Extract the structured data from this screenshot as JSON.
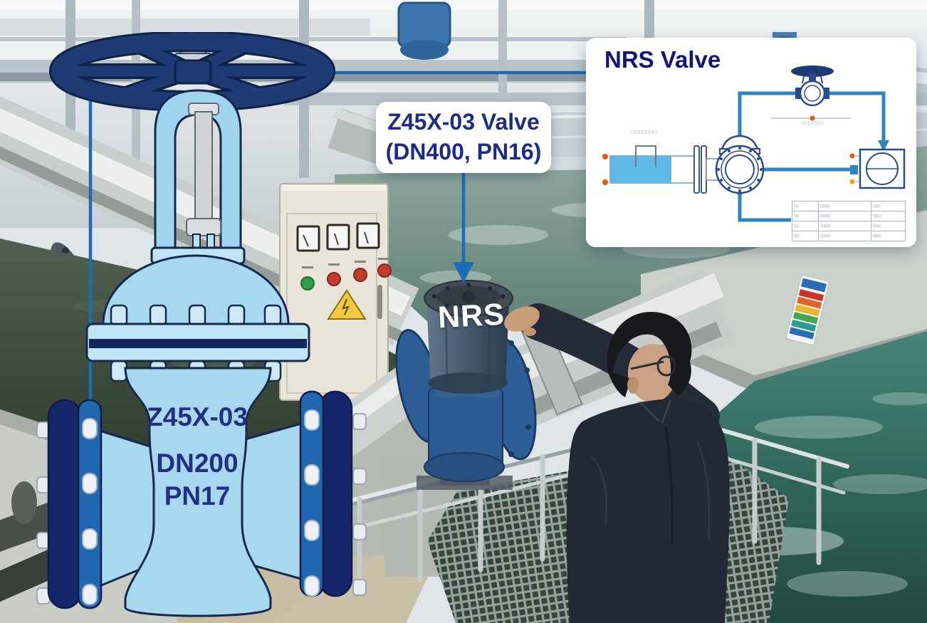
{
  "overlay": {
    "illustration_labels": {
      "model": "Z45X-03",
      "dn": "DN200",
      "pn": "PN17"
    },
    "callout": {
      "line1": "Z45X-03 Valve",
      "line2": "(DN400, PN16)"
    },
    "valve_brand": "NRS"
  },
  "inset": {
    "title": "NRS Valve",
    "annotations": {
      "tank": "□□□□□□□",
      "bypass": "□□□□ □□□□"
    },
    "table": {
      "rows": [
        [
          "□□",
          "□□□□",
          "□□□"
        ],
        [
          "□□",
          "□□□□",
          "□□□"
        ],
        [
          "□□",
          "□□□□",
          "□□□"
        ],
        [
          "□□",
          "□□□□",
          "□□□"
        ]
      ]
    }
  },
  "colors": {
    "leader_blue": "#1c6cb4",
    "callout_navy": "#1d2c87",
    "panel_title_navy": "#13157a",
    "valve_body_blue": "#a8d8f0",
    "valve_flange_blue": "#2166ae",
    "handwheel_navy": "#1e3b76",
    "schematic_pipe_blue": "#2e86c1",
    "water_teal": "#3f7d72"
  }
}
